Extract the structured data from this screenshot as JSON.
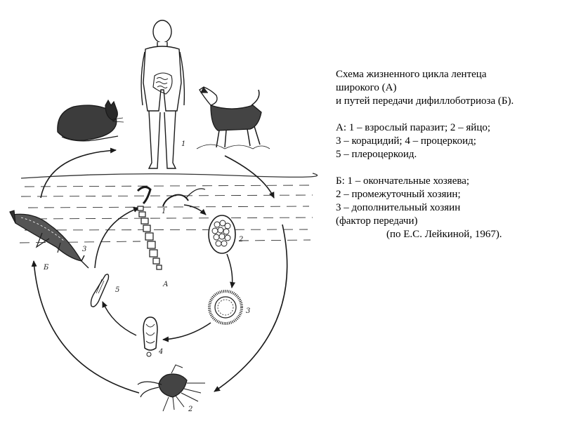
{
  "caption": {
    "title": [
      "Схема жизненного цикла лентеца",
      "широкого (А)",
      "и путей передачи дифиллоботриоза (Б)."
    ],
    "part_a": [
      "А: 1 – взрослый паразит; 2 – яйцо;",
      "3 – корацидий; 4 – процеркоид;",
      "5 – плероцеркоид."
    ],
    "part_b": [
      "Б: 1 – окончательные хозяева;",
      "2 – промежуточный хозяин;",
      "3 – дополнительный хозяин",
      "(фактор передачи)"
    ],
    "source": "(по Е.С. Лейкиной, 1967)."
  },
  "labels": {
    "host_1": "1",
    "fish_3": "3",
    "outer_b": "Б",
    "crustacean_2": "2",
    "adult_1": "1",
    "egg_2": "2",
    "coracidium_3": "3",
    "procercoid_4": "4",
    "plerocercoid_5": "5",
    "inner_a": "А"
  },
  "colors": {
    "ink": "#1a1a1a",
    "paper": "#ffffff"
  }
}
